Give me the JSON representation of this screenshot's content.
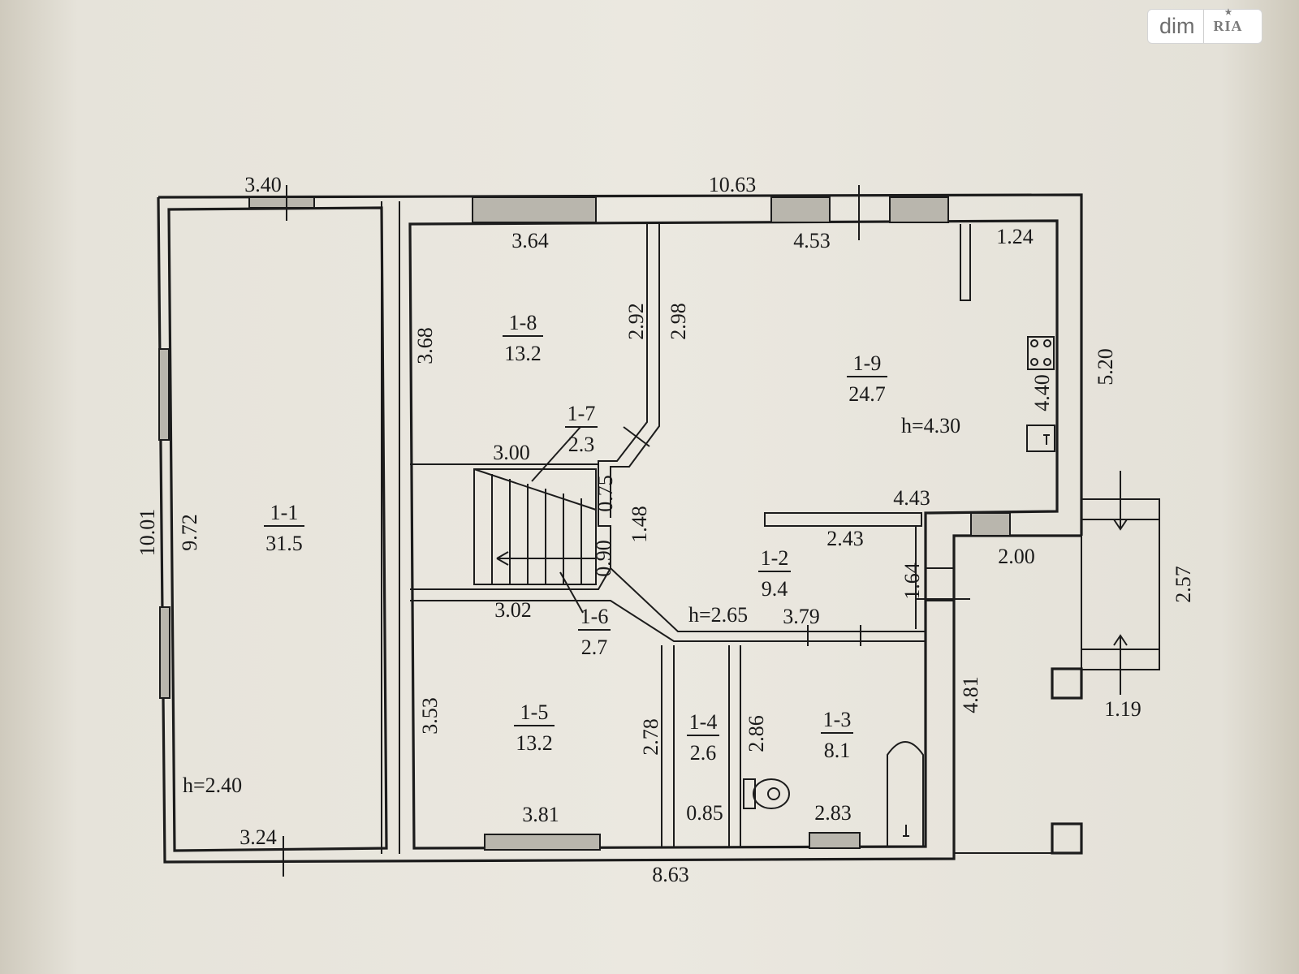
{
  "watermark": {
    "brand_left": "dim",
    "brand_right": "RIA"
  },
  "rooms": [
    {
      "id": "1-1",
      "area": "31.5"
    },
    {
      "id": "1-2",
      "area": "9.4"
    },
    {
      "id": "1-3",
      "area": "8.1"
    },
    {
      "id": "1-4",
      "area": "2.6"
    },
    {
      "id": "1-5",
      "area": "13.2"
    },
    {
      "id": "1-6",
      "area": "2.7"
    },
    {
      "id": "1-7",
      "area": "2.3"
    },
    {
      "id": "1-8",
      "area": "13.2"
    },
    {
      "id": "1-9",
      "area": "24.7"
    }
  ],
  "heights": [
    "h=2.40",
    "h=2.65",
    "h=4.30"
  ],
  "dimensions": [
    "3.40",
    "10.63",
    "3.64",
    "4.53",
    "1.24",
    "3.68",
    "2.92",
    "2.98",
    "5.20",
    "4.40",
    "3.00",
    "0.75",
    "1.48",
    "0.90",
    "10.01",
    "9.72",
    "4.43",
    "2.43",
    "2.00",
    "2.57",
    "1.64",
    "3.02",
    "3.79",
    "4.81",
    "3.53",
    "2.78",
    "2.86",
    "1.19",
    "3.81",
    "0.85",
    "2.83",
    "3.24",
    "8.63"
  ]
}
